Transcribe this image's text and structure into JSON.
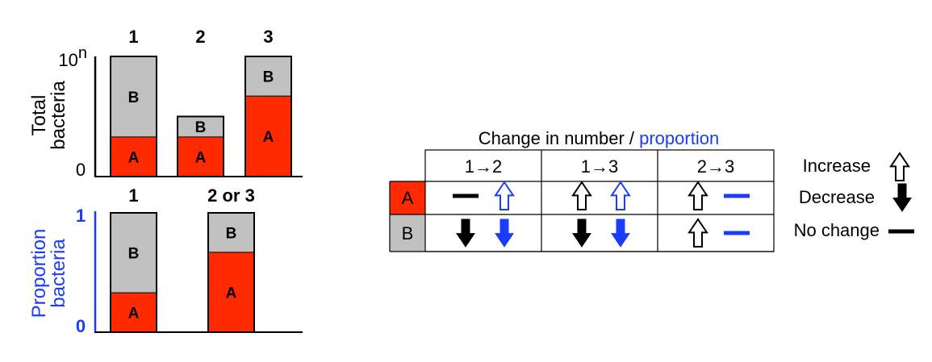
{
  "colors": {
    "a_fill": "#ff2a00",
    "b_fill": "#c0c0c0",
    "proportion_blue": "#1a3cff",
    "black": "#000000"
  },
  "top_chart": {
    "ylabel_line1": "Total",
    "ylabel_line2": "bacteria",
    "y_top_tick_base": "10",
    "y_top_tick_exp": "n",
    "y_zero_tick": "0"
  },
  "bottom_chart": {
    "ylabel_line1": "Proportion",
    "ylabel_line2": "bacteria",
    "y_top_tick": "1",
    "y_zero_tick": "0"
  },
  "table": {
    "title_prefix": "Change in number / ",
    "title_highlight": "proportion",
    "col_headers": [
      "1→2",
      "1→3",
      "2→3"
    ],
    "row_labels": [
      "A",
      "B"
    ],
    "cells": [
      [
        {
          "number": "no-change",
          "proportion": "increase"
        },
        {
          "number": "increase",
          "proportion": "increase"
        },
        {
          "number": "increase",
          "proportion": "no-change"
        }
      ],
      [
        {
          "number": "decrease",
          "proportion": "decrease"
        },
        {
          "number": "decrease",
          "proportion": "decrease"
        },
        {
          "number": "increase",
          "proportion": "no-change"
        }
      ]
    ]
  },
  "legend": {
    "increase": "Increase",
    "decrease": "Decrease",
    "no_change": "No change"
  },
  "chart_data": [
    {
      "type": "bar",
      "stacked": true,
      "categories": [
        "1",
        "2",
        "3"
      ],
      "series": [
        {
          "name": "A",
          "values": [
            0.33,
            0.33,
            0.67
          ]
        },
        {
          "name": "B",
          "values": [
            0.67,
            0.17,
            0.33
          ]
        }
      ],
      "ylim": [
        0,
        1
      ],
      "yticks": [
        "0",
        "10^n"
      ],
      "ylabel": "Total bacteria"
    },
    {
      "type": "bar",
      "stacked": true,
      "categories": [
        "1",
        "2 or 3"
      ],
      "series": [
        {
          "name": "A",
          "values": [
            0.33,
            0.67
          ]
        },
        {
          "name": "B",
          "values": [
            0.67,
            0.33
          ]
        }
      ],
      "ylim": [
        0,
        1
      ],
      "yticks": [
        "0",
        "1"
      ],
      "ylabel": "Proportion bacteria"
    }
  ]
}
